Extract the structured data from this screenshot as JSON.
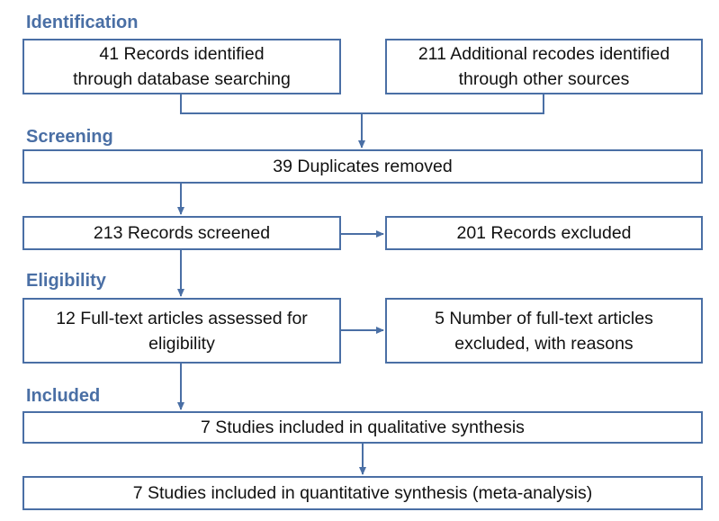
{
  "colors": {
    "accent": "#4a6fa5",
    "box_border": "#4a6fa5",
    "text": "#111111"
  },
  "sections": {
    "identification": "Identification",
    "screening": "Screening",
    "eligibility": "Eligibility",
    "included": "Included"
  },
  "boxes": {
    "db_search": "41 Records identified\nthrough database searching",
    "other_sources": "211 Additional recodes identified\nthrough other sources",
    "duplicates": "39 Duplicates removed",
    "screened": "213 Records screened",
    "excluded": "201 Records excluded",
    "fulltext_assessed": "12 Full-text articles assessed for\neligibility",
    "fulltext_excluded": "5 Number of full-text articles\nexcluded, with reasons",
    "qualitative": "7 Studies included in qualitative synthesis",
    "quantitative": "7 Studies included in quantitative synthesis (meta-analysis)"
  }
}
